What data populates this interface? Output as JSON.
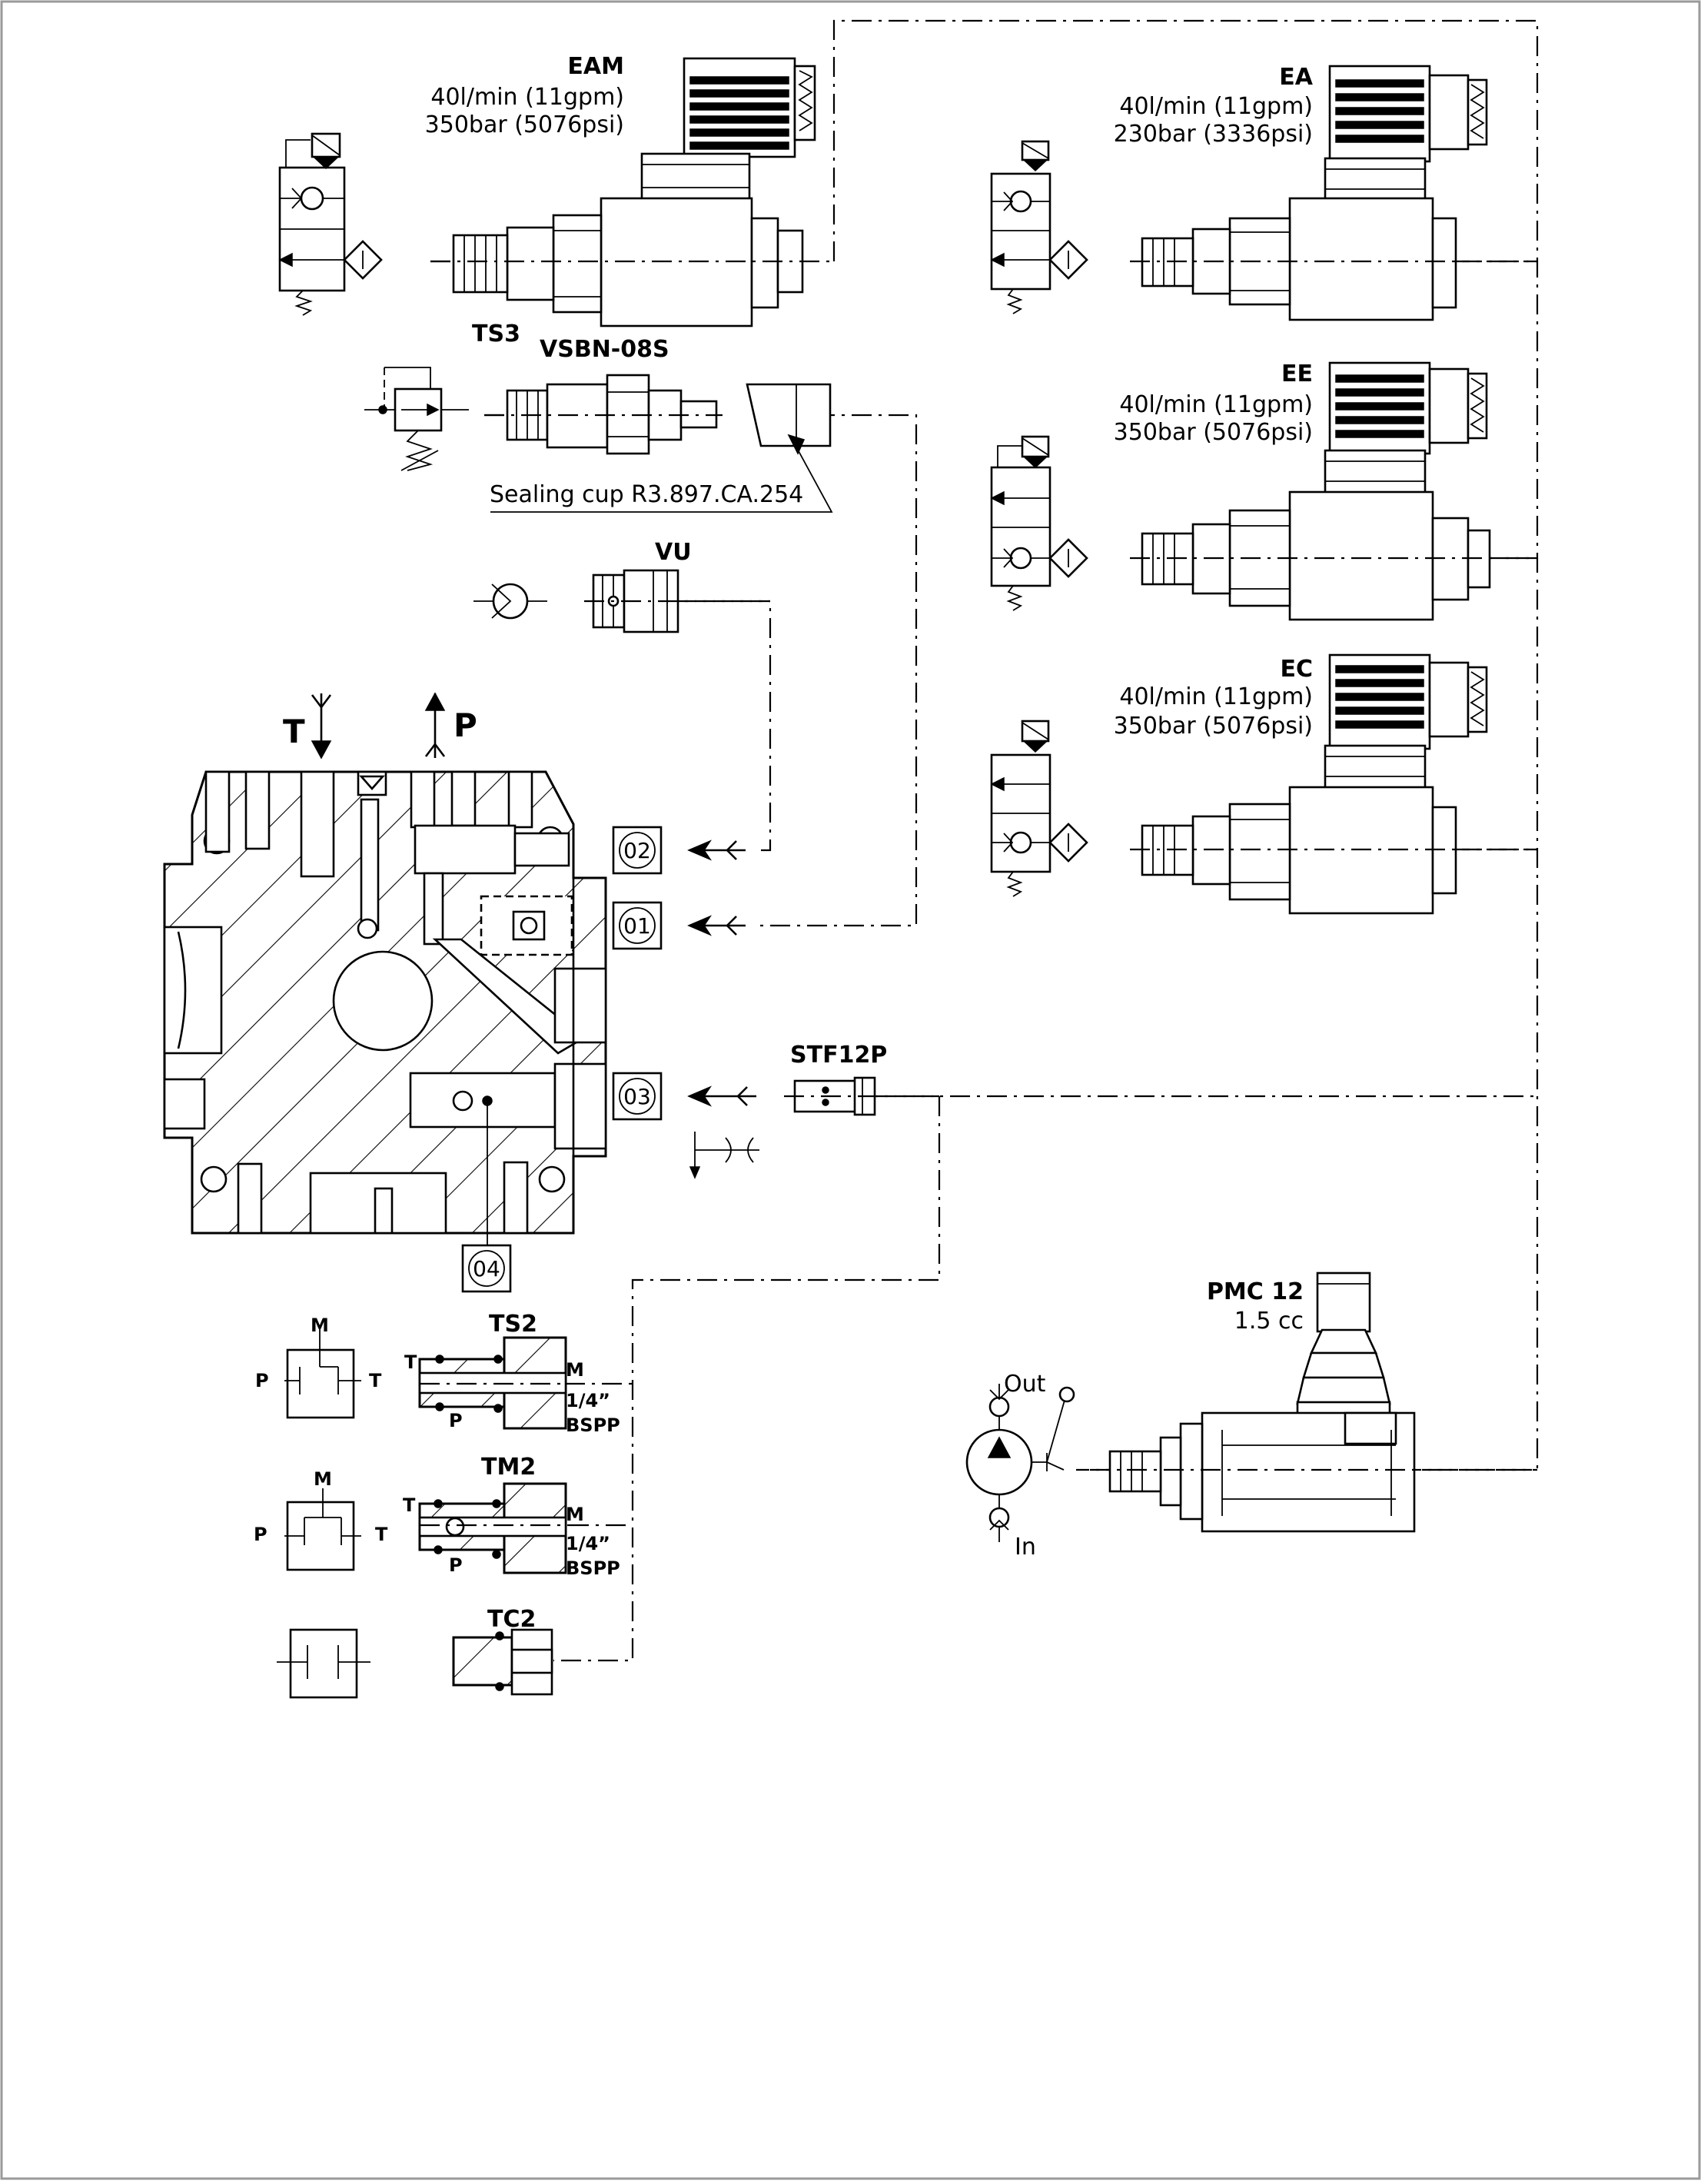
{
  "components": {
    "eam": {
      "name": "EAM",
      "flow": "40l/min (11gpm)",
      "pressure": "350bar (5076psi)"
    },
    "ea": {
      "name": "EA",
      "flow": "40l/min (11gpm)",
      "pressure": "230bar (3336psi)"
    },
    "ee": {
      "name": "EE",
      "flow": "40l/min (11gpm)",
      "pressure": "350bar (5076psi)"
    },
    "ec": {
      "name": "EC",
      "flow": "40l/min (11gpm)",
      "pressure": "350bar (5076psi)"
    },
    "ts3": {
      "name": "TS3"
    },
    "vsbn": {
      "name": "VSBN-08S"
    },
    "sealing_cup": {
      "label": "Sealing cup R3.897.CA.254"
    },
    "vu": {
      "name": "VU"
    },
    "stf12p": {
      "name": "STF12P"
    },
    "pmc12": {
      "name": "PMC 12",
      "displacement": "1.5 cc",
      "out_label": "Out",
      "in_label": "In"
    },
    "ts2": {
      "name": "TS2",
      "m": "M",
      "t": "T",
      "p": "P",
      "thread_1": "1/4”",
      "thread_2": "BSPP"
    },
    "tm2": {
      "name": "TM2",
      "m": "M",
      "t": "T",
      "p": "P",
      "thread_1": "1/4”",
      "thread_2": "BSPP"
    },
    "tc2": {
      "name": "TC2"
    }
  },
  "symbols": {
    "ts2_sym": {
      "m": "M",
      "p": "P",
      "t": "T"
    },
    "tm2_sym": {
      "m": "M",
      "p": "P",
      "t": "T"
    }
  },
  "body": {
    "t_label": "T",
    "p_label": "P"
  },
  "ports": {
    "p01": "01",
    "p02": "02",
    "p03": "03",
    "p04": "04"
  }
}
